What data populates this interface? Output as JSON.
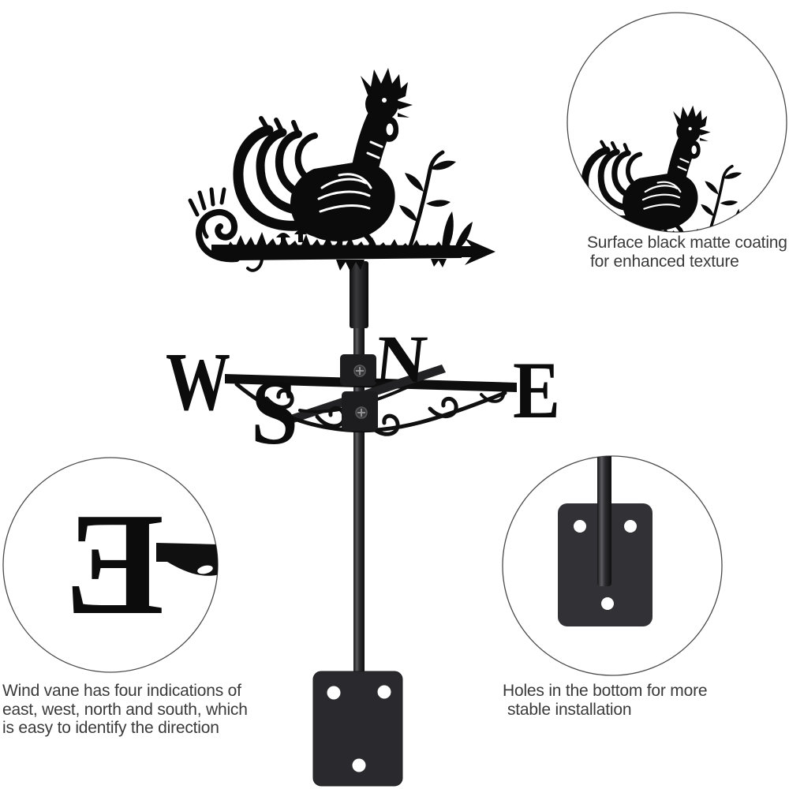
{
  "page": {
    "background": "#ffffff",
    "description": "Rooster weathervane product infographic with three zoom callouts"
  },
  "product": {
    "name": "black metal rooster weathervane",
    "direction_letters": {
      "west": "W",
      "east": "E",
      "north": "N",
      "south": "S"
    }
  },
  "callouts": {
    "coating": {
      "caption_line1": "Surface black matte coating",
      "caption_line2": "for enhanced texture"
    },
    "direction_detail": {
      "zoom_letter": "E",
      "caption_line1": "Wind vane has four indications of",
      "caption_line2": "east, west, north and south, which",
      "caption_line3": "is easy to identify the direction"
    },
    "mounting": {
      "caption_line1": "Holes in the bottom for more",
      "caption_line2": "stable installation"
    }
  },
  "colors": {
    "silhouette": "#0b0b0b",
    "hardware_block": "#1d1d1f",
    "mount_plate": "#2d2d31",
    "north_letter": "#2e2e30",
    "caption_text": "#3a3a3a",
    "circle_outline": "#4a4a4a",
    "background": "#ffffff"
  }
}
